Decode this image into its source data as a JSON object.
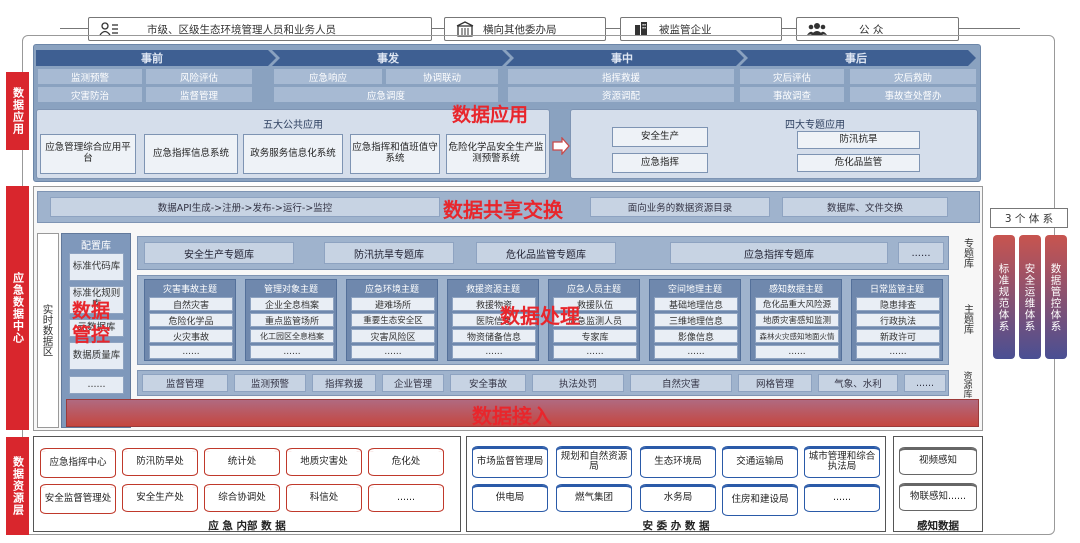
{
  "audience": [
    {
      "label": "市级、区级生态环境管理人员和业务人员",
      "icon": "people-list-icon"
    },
    {
      "label": "横向其他委办局",
      "icon": "building-icon"
    },
    {
      "label": "被监管企业",
      "icon": "enterprise-icon"
    },
    {
      "label": "公 众",
      "icon": "group-icon"
    }
  ],
  "layers": {
    "app": "数据应用",
    "center": "应急数据中心",
    "resource": "数据资源层"
  },
  "phases": {
    "before": {
      "title": "事前",
      "items": [
        "监测预警",
        "风险评估",
        "灾害防治",
        "监督管理"
      ]
    },
    "during_start": {
      "title": "事发",
      "items": [
        "应急响应",
        "协调联动",
        "应急调度"
      ]
    },
    "during": {
      "title": "事中",
      "items": [
        "指挥救援",
        "资源调配"
      ]
    },
    "after": {
      "title": "事后",
      "items": [
        "灾后评估",
        "灾后救助",
        "事故调查",
        "事故查处督办"
      ]
    }
  },
  "public_apps": {
    "title": "五大公共应用",
    "items": [
      "应急管理综合应用平台",
      "应急指挥信息系统",
      "政务服务信息化系统",
      "应急指挥和值班值守系统",
      "危险化学品安全生产监测预警系统"
    ]
  },
  "special_apps": {
    "title": "四大专题应用",
    "items": [
      "安全生产",
      "防汛抗旱",
      "应急指挥",
      "危化品监管"
    ]
  },
  "share": {
    "items": [
      "数据API生成->注册->发布->运行->监控",
      "面向业务的数据资源目录",
      "数据库、文件交换"
    ]
  },
  "realtime_label": "实时数据区",
  "config": {
    "title": "配置库",
    "items": [
      "标准代码库",
      "标准化规则库",
      "元数据库",
      "数据质量库",
      "......"
    ]
  },
  "special_libs": {
    "items": [
      "安全生产专题库",
      "防汛抗旱专题库",
      "危化品监管专题库",
      "应急指挥专题库",
      "......"
    ],
    "label": "专题库"
  },
  "topics": {
    "label": "主题库",
    "items": [
      {
        "title": "灾害事故主题",
        "items": [
          "自然灾害",
          "危险化学品",
          "火灾事故",
          "......"
        ]
      },
      {
        "title": "管理对象主题",
        "items": [
          "企业全息档案",
          "重点监管场所",
          "化工园区全息档案",
          "......"
        ]
      },
      {
        "title": "应急环境主题",
        "items": [
          "避难场所",
          "重要生态安全区",
          "灾害风险区",
          "......"
        ]
      },
      {
        "title": "救援资源主题",
        "items": [
          "救援物资",
          "医院信息",
          "物资储备信息",
          "......"
        ]
      },
      {
        "title": "应急人员主题",
        "items": [
          "救援队伍",
          "应急监测人员",
          "专家库",
          "......"
        ]
      },
      {
        "title": "空间地理主题",
        "items": [
          "基础地理信息",
          "三维地理信息",
          "影像信息",
          "......"
        ]
      },
      {
        "title": "感知数据主题",
        "items": [
          "危化品重大风险源",
          "地质灾害感知监测",
          "森林火灾感知地面火情",
          "......"
        ]
      },
      {
        "title": "日常监管主题",
        "items": [
          "隐患排查",
          "行政执法",
          "新政许可",
          "......"
        ]
      }
    ]
  },
  "resource_libs": {
    "label": "资源库",
    "items": [
      "监督管理",
      "监测预警",
      "指挥救援",
      "企业管理",
      "安全事故",
      "执法处罚",
      "自然灾害",
      "网格管理",
      "气象、水利",
      "......"
    ]
  },
  "overlay": {
    "app": "数据应用",
    "share": "数据共享交换",
    "process": "数据处理",
    "govern": "数据管控",
    "access": "数据接入"
  },
  "resource_groups": [
    {
      "title": "应 急 内部 数 据",
      "items": [
        "应急指挥中心",
        "防汛防旱处",
        "统计处",
        "地质灾害处",
        "危化处",
        "安全监督管理处",
        "安全生产处",
        "综合协调处",
        "科信处",
        "......"
      ]
    },
    {
      "title": "安 委 办 数 据",
      "items": [
        "市场监督管理局",
        "规划和自然资源局",
        "生态环境局",
        "交通运输局",
        "城市管理和综合执法局",
        "供电局",
        "燃气集团",
        "水务局",
        "住房和建设局",
        "......"
      ]
    },
    {
      "title": "感知数据",
      "items": [
        "视频感知",
        "物联感知......"
      ]
    }
  ],
  "systems": {
    "title": "3 个 体 系",
    "items": [
      "标准规范体系",
      "安全运维体系",
      "数据管控体系"
    ]
  },
  "colors": {
    "accent_red": "#e8262c",
    "block_red": "#d9262d",
    "app_blue": "#8aa2c0",
    "topic_blue": "#6f88ad",
    "phase_arrow": "#3e5f92"
  }
}
